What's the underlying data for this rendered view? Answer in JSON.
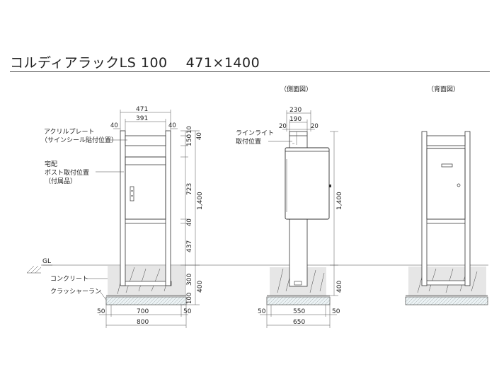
{
  "title": "コルディアラックLS 100　 471×1400",
  "views": {
    "side": "（側面図）",
    "back": "（背面図）"
  },
  "labels": {
    "acrylic_line1": "アクリルプレート",
    "acrylic_line2": "（サインシール貼付位置）",
    "delivery_line1": "宅配",
    "delivery_line2": "ポスト取付位置",
    "delivery_line3": "（付属品）",
    "gl": "GL",
    "concrete": "コンクリート",
    "crusher": "クラッシャーラン",
    "light_line1": "ラインライト",
    "light_line2": "取付位置"
  },
  "front_dims": {
    "w471": "471",
    "w391": "391",
    "l40": "40",
    "r40": "40",
    "b700": "700",
    "b800": "800",
    "b50l": "50",
    "b50r": "50",
    "h10": "10",
    "h150": "150",
    "h40a": "40",
    "h723": "723",
    "h40b": "40",
    "h437": "437",
    "h1400": "1,400",
    "h300": "300",
    "h100": "100",
    "h400": "400"
  },
  "side_dims": {
    "w230": "230",
    "w190": "190",
    "l20": "20",
    "r20": "20",
    "h1400": "1,400",
    "h400": "400",
    "b550": "550",
    "b650": "650",
    "b50l": "50",
    "b50r": "50"
  }
}
